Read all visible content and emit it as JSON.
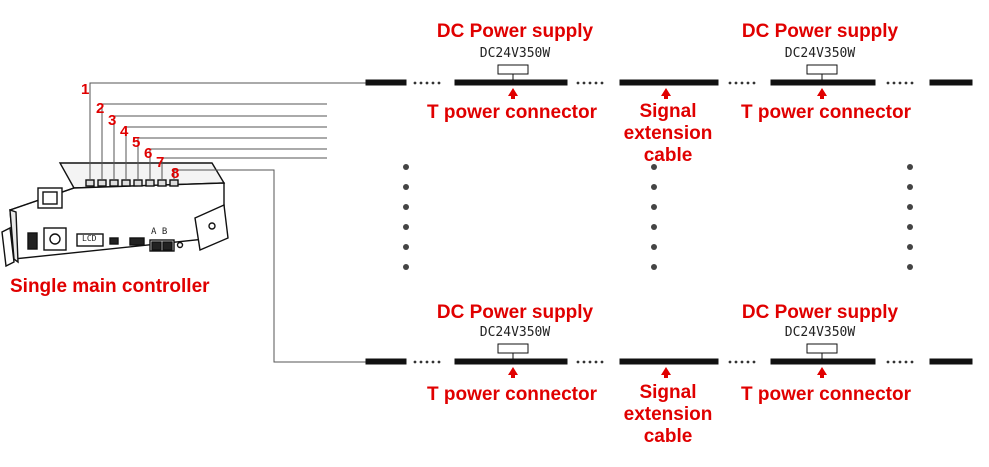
{
  "controller": {
    "label": "Single main controller",
    "lcd_label": "LCD",
    "ports_label": "A B",
    "port_numbers": [
      "1",
      "2",
      "3",
      "4",
      "5",
      "6",
      "7",
      "8"
    ]
  },
  "power_supplies": [
    {
      "title": "DC Power supply",
      "spec": "DC24V350W"
    },
    {
      "title": "DC Power supply",
      "spec": "DC24V350W"
    },
    {
      "title": "DC Power supply",
      "spec": "DC24V350W"
    },
    {
      "title": "DC Power supply",
      "spec": "DC24V350W"
    }
  ],
  "connectors": [
    {
      "label": "T power connector"
    },
    {
      "label": "T power connector"
    },
    {
      "label": "T power connector"
    },
    {
      "label": "T power connector"
    }
  ],
  "signal_cables": [
    {
      "line1": "Signal",
      "line2": "extension",
      "line3": "cable"
    },
    {
      "line1": "Signal",
      "line2": "extension",
      "line3": "cable"
    }
  ],
  "colors": {
    "accent": "#e00000",
    "line": "#333333"
  }
}
